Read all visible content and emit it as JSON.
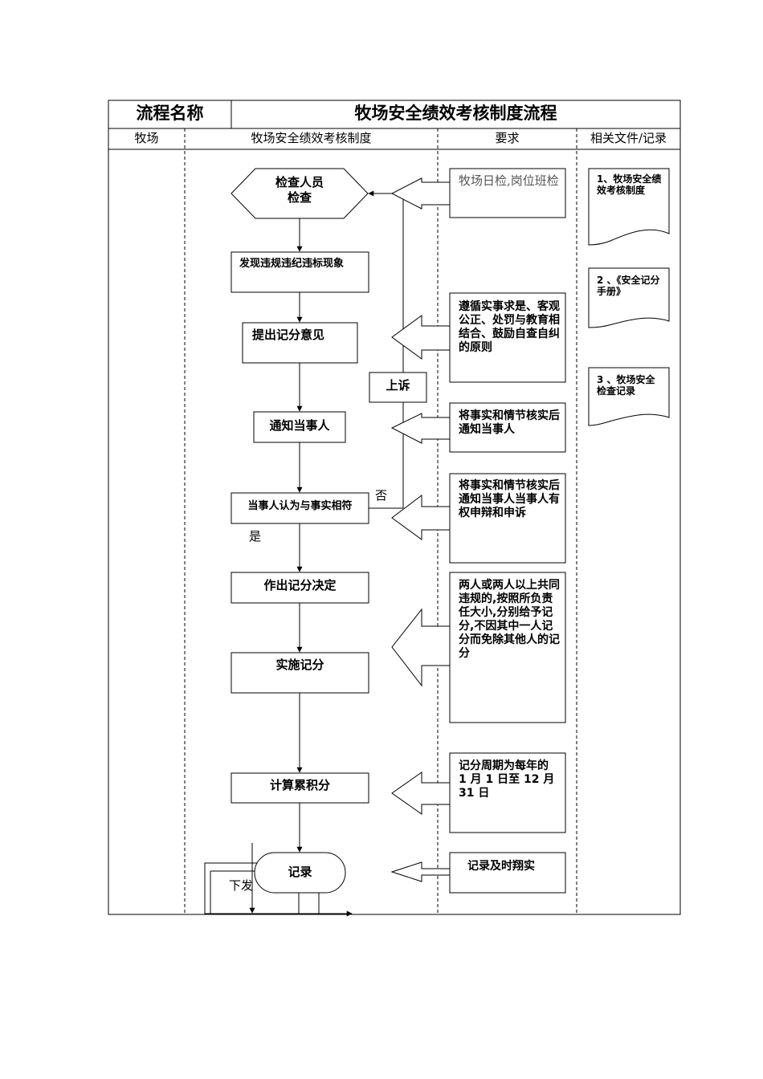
{
  "header": {
    "label": "流程名称",
    "title": "牧场安全绩效考核制度流程"
  },
  "columns": [
    "牧场",
    "牧场安全绩效考核制度",
    "要求",
    "相关文件/记录"
  ],
  "flow": {
    "start": "检查人员\n检查",
    "step1": "发现违规违纪违标现象",
    "step2": "提出记分意见",
    "step3": "通知当事人",
    "decision": "当事人认为与事实相符",
    "step4": "作出记分决定",
    "step5": "实施记分",
    "step6": "计算累积分",
    "end": "记录",
    "appeal": "上诉",
    "label_no": "否",
    "label_yes": "是",
    "partial_text": "下发"
  },
  "requirements": [
    "牧场日检,岗位班检",
    "遵循实事求是、客观公正、处罚与教育相结合、鼓励自查自纠的原则",
    "将事实和情节核实后通知当事人",
    "将事实和情节核实后通知当事人当事人有权申辩和申诉",
    "两人或两人以上共同违规的,按照所负责任大小,分别给予记分,不因其中一人记分而免除其他人的记分",
    "记分周期为每年的 1 月 1 日至 12 月 31 日",
    "记录及时翔实"
  ],
  "documents": [
    "1、牧场安全绩效考核制度",
    "2 、《安全记分手册》",
    "3 、牧场安全检查记录"
  ]
}
